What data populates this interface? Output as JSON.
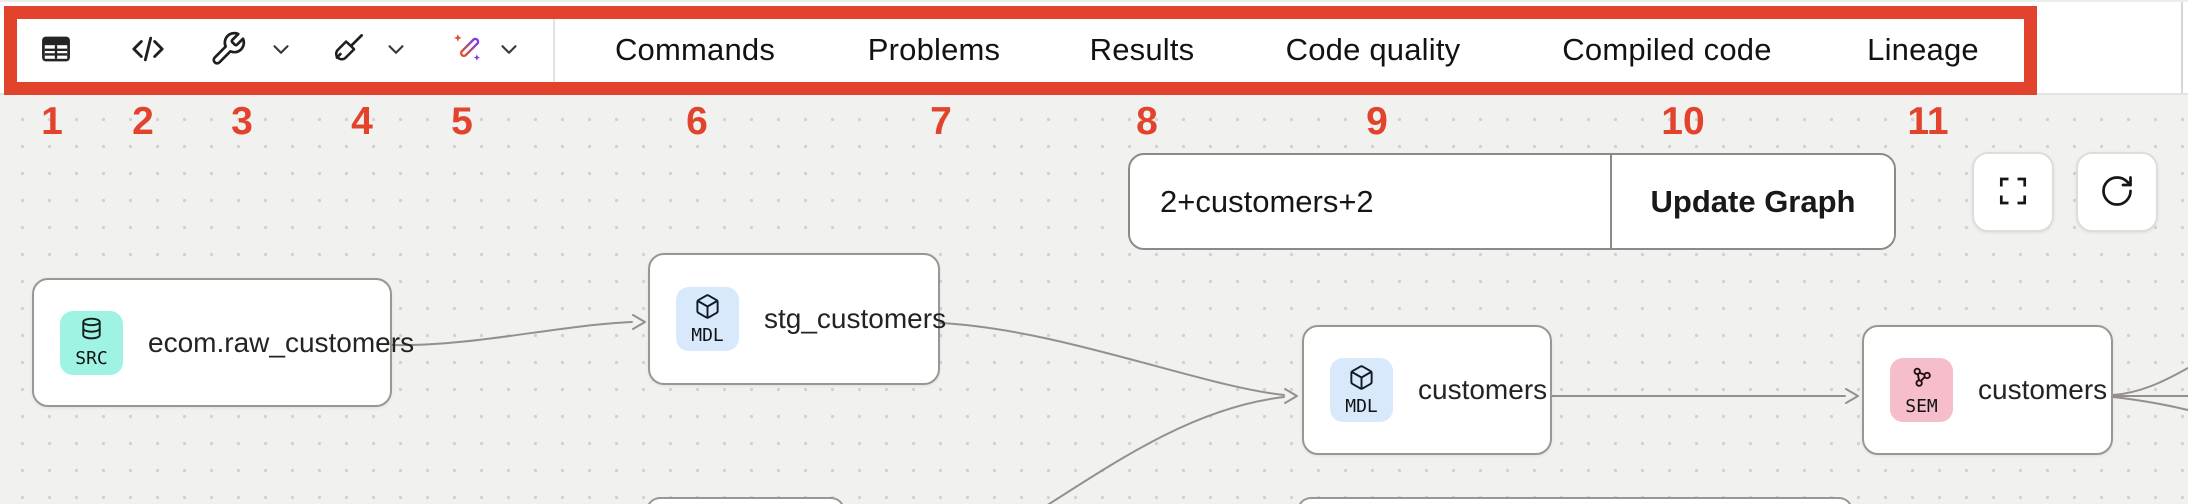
{
  "colors": {
    "annotation_red": "#E2432C",
    "badge_src": "#9FF3E2",
    "badge_mdl": "#D8E9FC",
    "badge_sem": "#F6BECA",
    "edge_gray": "#95908C"
  },
  "toolbar": {
    "buttons": [
      {
        "id": "table",
        "icon": "table-icon"
      },
      {
        "id": "code",
        "icon": "code-icon"
      },
      {
        "id": "wrench",
        "icon": "wrench-icon",
        "dropdown": true
      },
      {
        "id": "sweep",
        "icon": "broom-icon",
        "dropdown": true
      },
      {
        "id": "magic",
        "icon": "wand-icon",
        "dropdown": true
      }
    ],
    "tabs": [
      {
        "label": "Commands"
      },
      {
        "label": "Problems"
      },
      {
        "label": "Results"
      },
      {
        "label": "Code quality"
      },
      {
        "label": "Compiled code"
      },
      {
        "label": "Lineage"
      }
    ]
  },
  "annotations": {
    "marks": [
      {
        "n": "1"
      },
      {
        "n": "2"
      },
      {
        "n": "3"
      },
      {
        "n": "4"
      },
      {
        "n": "5"
      },
      {
        "n": "6"
      },
      {
        "n": "7"
      },
      {
        "n": "8"
      },
      {
        "n": "9"
      },
      {
        "n": "10"
      },
      {
        "n": "11"
      }
    ]
  },
  "graph": {
    "filter_input": {
      "value": "2+customers+2"
    },
    "update_button_label": "Update Graph",
    "nodes": [
      {
        "badge": "SRC",
        "icon": "database-icon",
        "label": "ecom.raw_customers"
      },
      {
        "badge": "MDL",
        "icon": "cube-icon",
        "label": "stg_customers"
      },
      {
        "badge": "MDL",
        "icon": "cube-icon",
        "label": "customers"
      },
      {
        "badge": "SEM",
        "icon": "share-icon",
        "label": "customers"
      }
    ]
  }
}
